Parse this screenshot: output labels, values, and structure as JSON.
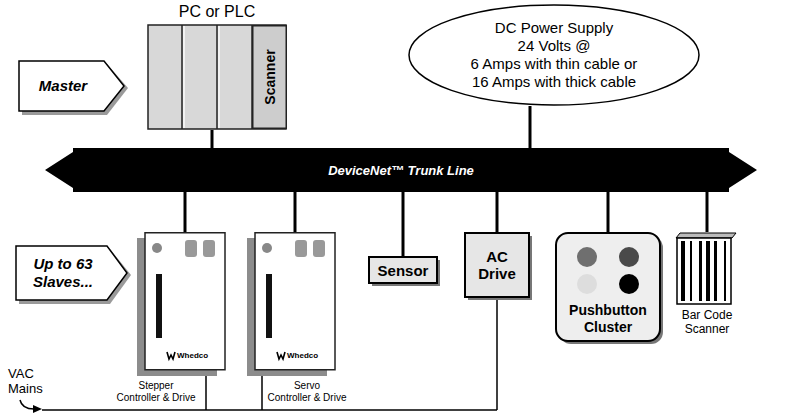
{
  "diagram": {
    "nodes": [
      {
        "text": [
          "Master"
        ]
      },
      {
        "text": [
          "PC or PLC"
        ]
      },
      {
        "text": [
          "Scanner"
        ],
        "in": 1
      },
      {
        "text": [
          "DC Power Supply",
          "24 Volts @",
          "6 Amps with thin cable or",
          "16 Amps with thick cable"
        ]
      },
      {
        "text": [
          "DeviceNet™ Trunk Line"
        ]
      },
      {
        "text": [
          "Up to 63 Slaves..."
        ]
      },
      {
        "text": [
          "Stepper Controller & Drive"
        ]
      },
      {
        "text": [
          "Servo Controller & Drive"
        ]
      },
      {
        "text": [
          "Sensor"
        ]
      },
      {
        "text": [
          "AC Drive"
        ]
      },
      {
        "text": [
          "Pushbutton Cluster"
        ]
      },
      {
        "text": [
          "Bar Code Scanner"
        ]
      }
    ],
    "edges": [
      {
        "from": 1,
        "to": 4,
        "arrow": "none"
      },
      {
        "from": 3,
        "to": 4,
        "arrow": "none"
      },
      {
        "from": 4,
        "to": 6,
        "arrow": "none"
      },
      {
        "from": 4,
        "to": 7,
        "arrow": "none"
      },
      {
        "from": 4,
        "to": 8,
        "arrow": "none"
      },
      {
        "from": 4,
        "to": 9,
        "arrow": "none"
      },
      {
        "from": 4,
        "to": 10,
        "arrow": "none"
      },
      {
        "from": 4,
        "to": 11,
        "arrow": "none"
      }
    ],
    "labels": [
      "Whedco",
      "Whedco",
      "VAC Mains"
    ]
  }
}
